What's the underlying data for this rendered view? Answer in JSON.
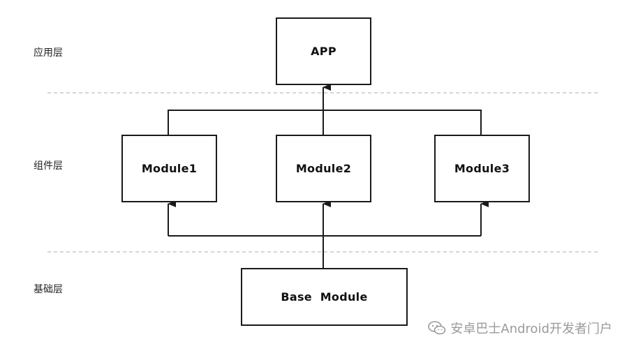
{
  "layers": {
    "app": "应用层",
    "component": "组件层",
    "base": "基础层"
  },
  "boxes": {
    "app": "APP",
    "module1": "Module1",
    "module2": "Module2",
    "module3": "Module3",
    "base_module": "Base  Module"
  },
  "watermark": "安卓巴士Android开发者门户",
  "colors": {
    "line": "#1a1a1a",
    "divider": "#c8c8c8",
    "watermark": "#9a9a9a"
  }
}
